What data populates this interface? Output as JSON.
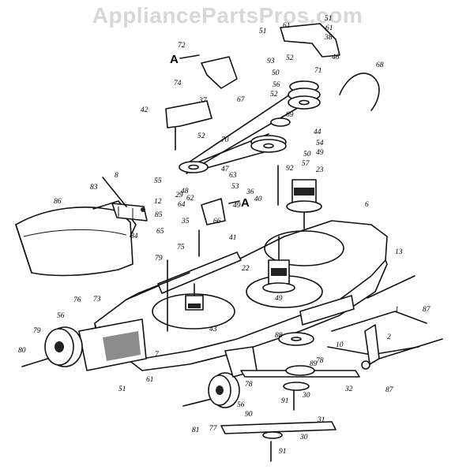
{
  "watermark": "AppliancePartsPros.com",
  "section_marks": [
    "A",
    "A"
  ],
  "part_labels": [
    "1",
    "2",
    "6",
    "7",
    "8",
    "10",
    "12",
    "13",
    "22",
    "23",
    "29",
    "30",
    "30",
    "31",
    "32",
    "35",
    "36",
    "37",
    "38",
    "40",
    "41",
    "42",
    "43",
    "44",
    "46",
    "47",
    "48",
    "49",
    "49",
    "49",
    "50",
    "50",
    "51",
    "51",
    "51",
    "52",
    "52",
    "52",
    "53",
    "54",
    "55",
    "56",
    "56",
    "56",
    "57",
    "61",
    "61",
    "61",
    "62",
    "63",
    "64",
    "65",
    "66",
    "67",
    "68",
    "69",
    "70",
    "71",
    "72",
    "73",
    "74",
    "75",
    "76",
    "77",
    "78",
    "78",
    "79",
    "79",
    "80",
    "81",
    "83",
    "84",
    "85",
    "86",
    "87",
    "87",
    "88",
    "89",
    "90",
    "91",
    "91",
    "92",
    "93"
  ]
}
